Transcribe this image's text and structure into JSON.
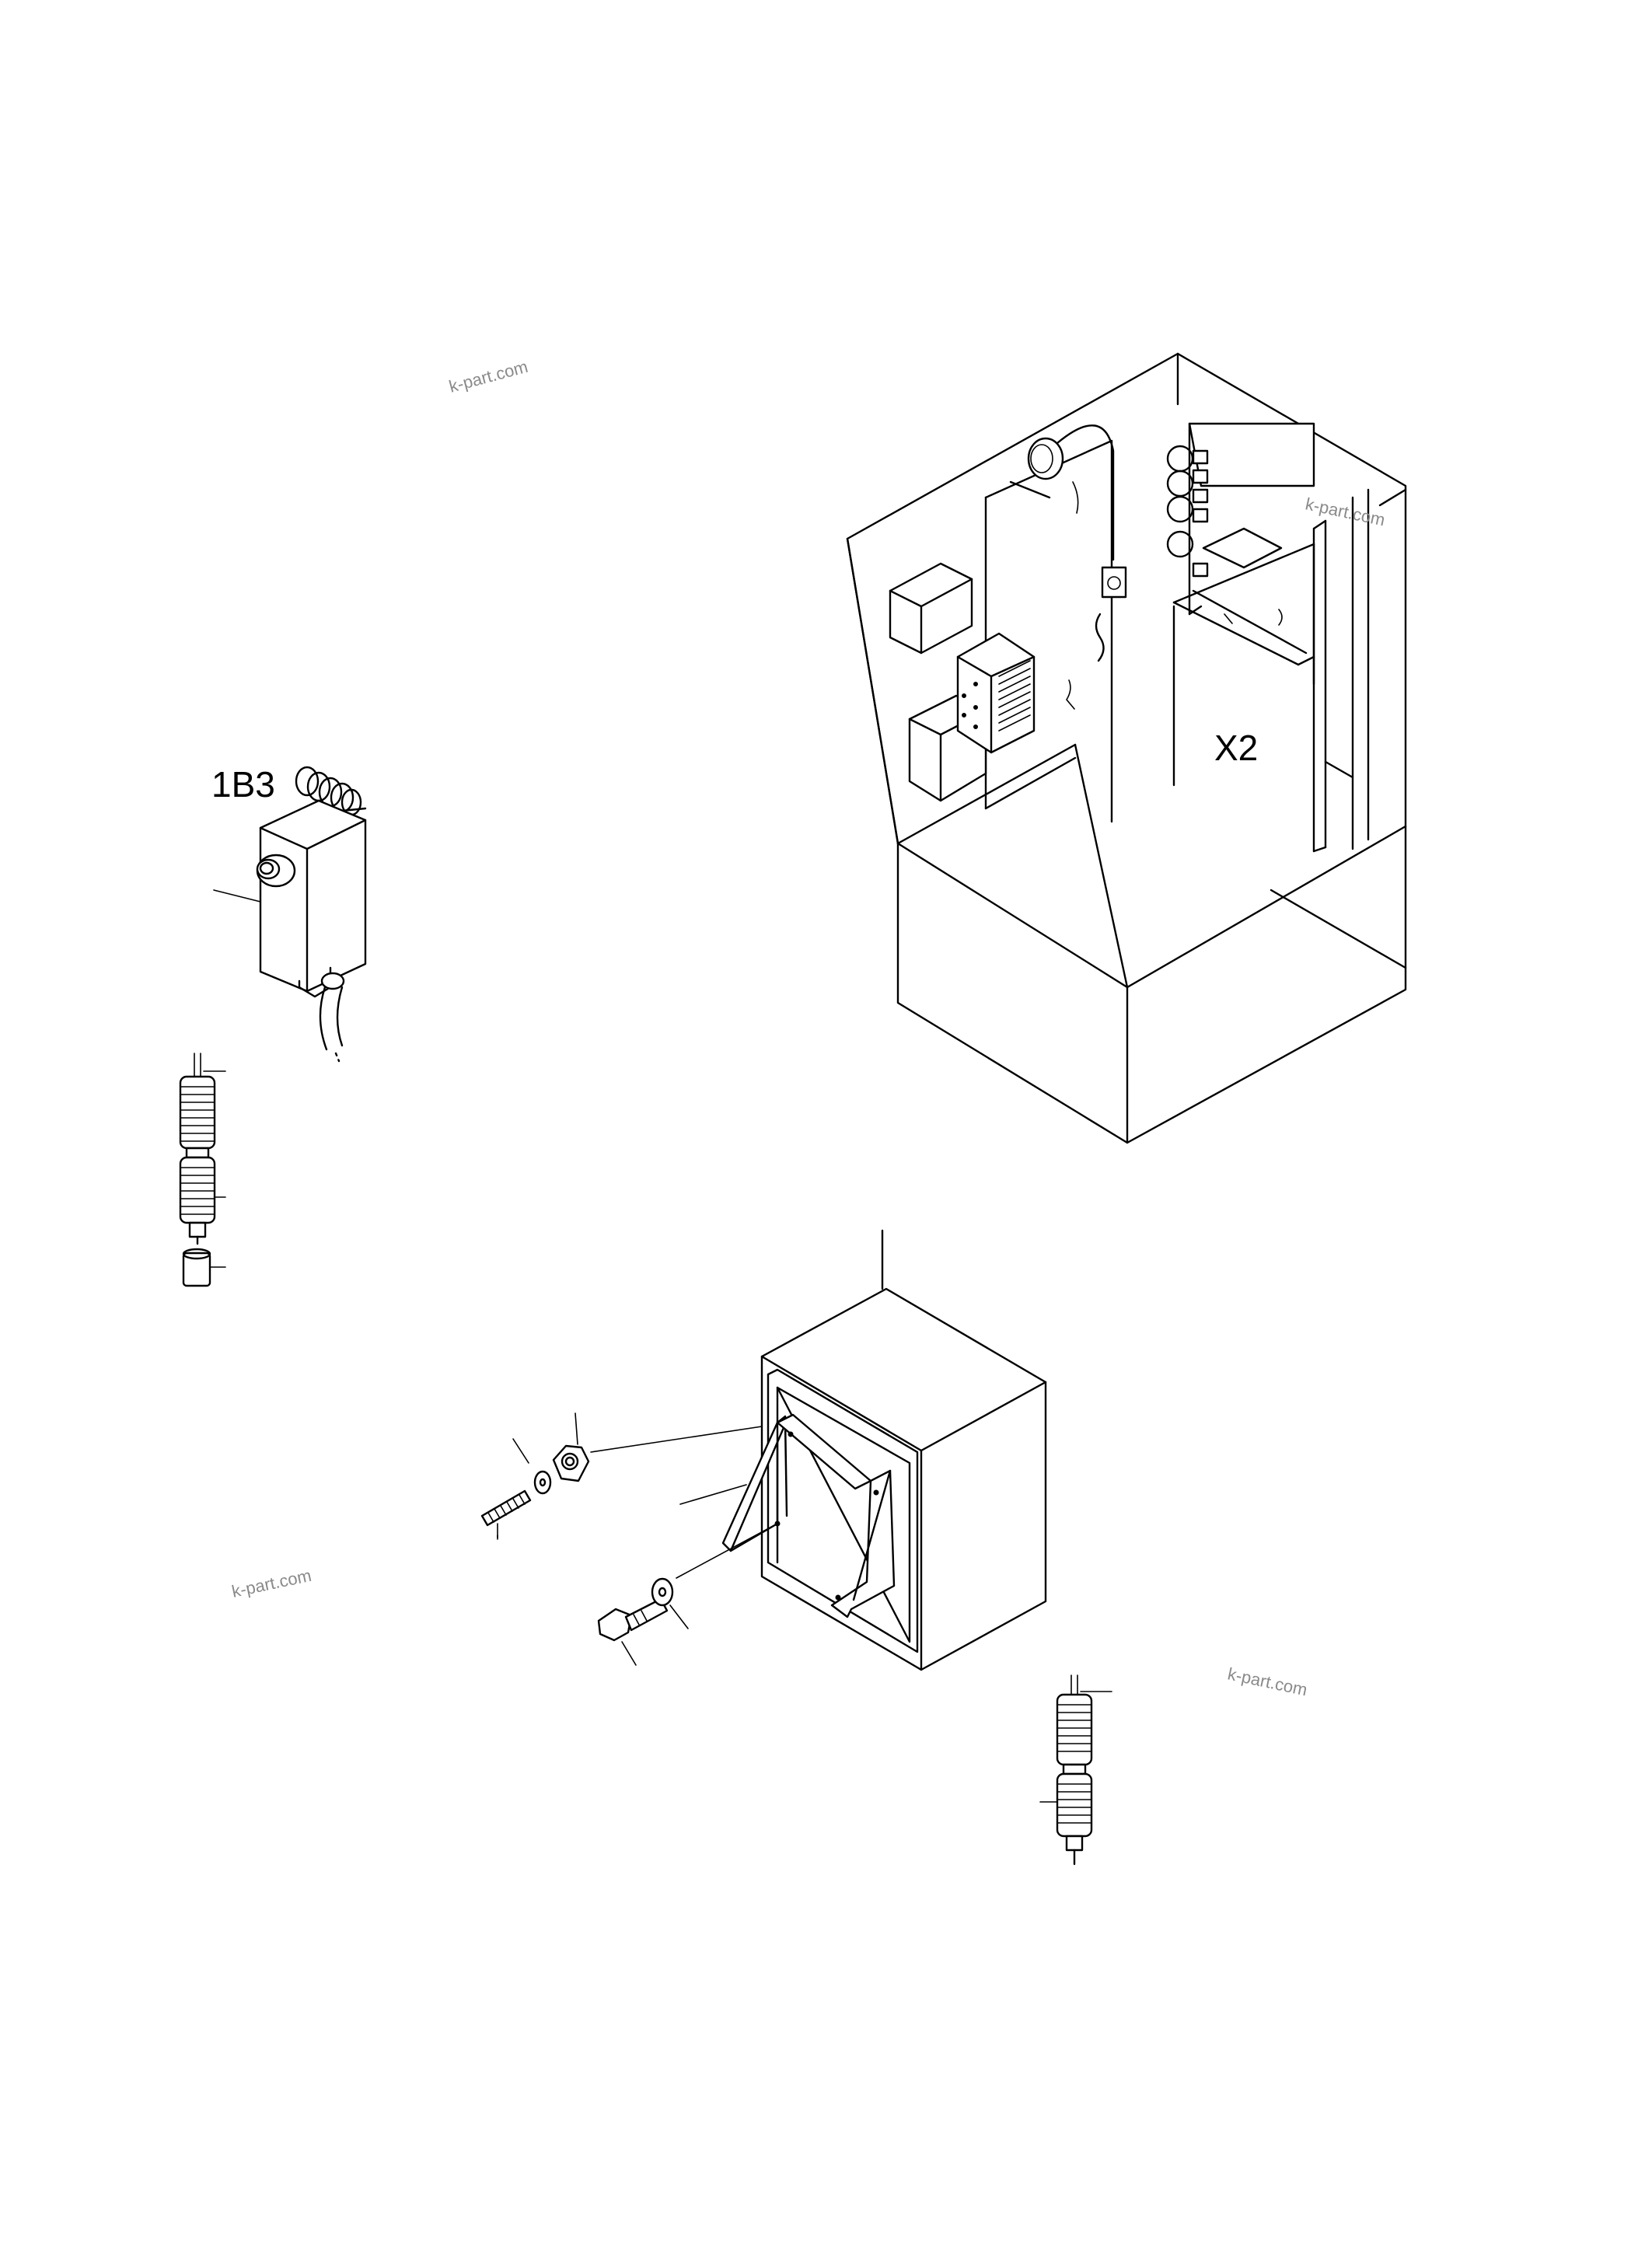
{
  "labels": {
    "thermostat": "1B3",
    "connector": "X2"
  },
  "watermark": "k-part.com",
  "colors": {
    "ink": "#000000",
    "watermark": "#8a8a8a",
    "paper": "#ffffff"
  }
}
